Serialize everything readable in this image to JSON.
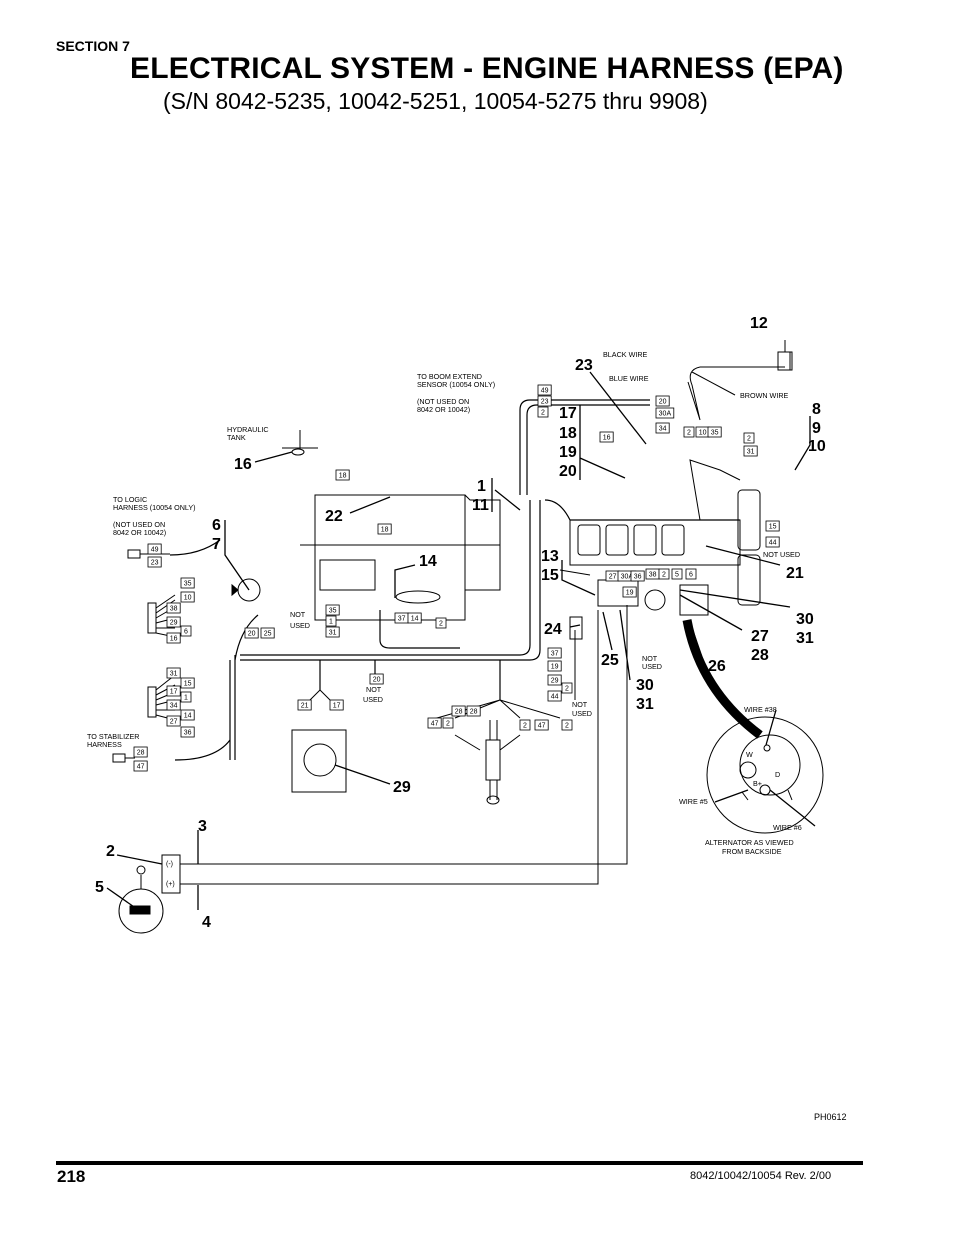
{
  "header": {
    "section": "SECTION 7",
    "title": "ELECTRICAL SYSTEM - ENGINE HARNESS (EPA)",
    "subtitle": "(S/N 8042-5235, 10042-5251, 10054-5275 thru 9908)"
  },
  "footer": {
    "page_number": "218",
    "model_rev": "8042/10042/10054 Rev. 2/00",
    "figure_id": "PH0612"
  },
  "callouts": {
    "c12": "12",
    "c23": "23",
    "c8": "8",
    "c9": "9",
    "c10": "10",
    "c17": "17",
    "c18": "18",
    "c19": "19",
    "c20": "20",
    "c16": "16",
    "c1": "1",
    "c11": "11",
    "c22": "22",
    "c6": "6",
    "c7": "7",
    "c14": "14",
    "c13": "13",
    "c15": "15",
    "c21": "21",
    "c24": "24",
    "c30a": "30",
    "c31a": "31",
    "c27": "27",
    "c28": "28",
    "c25": "25",
    "c26": "26",
    "c30b": "30",
    "c31b": "31",
    "c29": "29",
    "c3": "3",
    "c2": "2",
    "c5": "5",
    "c4": "4"
  },
  "notes": {
    "black_wire": "BLACK WIRE",
    "blue_wire": "BLUE WIRE",
    "brown_wire": "BROWN WIRE",
    "boom_1": "TO BOOM EXTEND",
    "boom_2": "SENSOR (10054 ONLY)",
    "boom_3": "(NOT USED ON",
    "boom_4": "8042 OR 10042)",
    "hyd_1": "HYDRAULIC",
    "hyd_2": "TANK",
    "logic_1": "TO LOGIC",
    "logic_2": "HARNESS (10054 ONLY)",
    "logic_3": "(NOT USED ON",
    "logic_4": "8042 OR 10042)",
    "not_used_a1": "NOT",
    "not_used_a2": "USED",
    "not_used_b1": "NOT",
    "not_used_b2": "USED",
    "not_used_c1": "NOT",
    "not_used_c2": "USED",
    "not_used_d1": "NOT",
    "not_used_d2": "USED",
    "not_used_e": "NOT USED",
    "stab_1": "TO STABILIZER",
    "stab_2": "HARNESS",
    "wire38": "WIRE #38",
    "wire5": "WIRE #5",
    "wire6": "WIRE #6",
    "alt_1": "ALTERNATOR AS VIEWED",
    "alt_2": "FROM BACKSIDE",
    "alt_w": "W",
    "alt_d": "D",
    "alt_b": "B+",
    "bat_neg": "(-)",
    "bat_pos": "(+)"
  },
  "wire_tags": {
    "t49a": "49",
    "t23a": "23",
    "t2a": "2",
    "t20a": "20",
    "t34a": "34",
    "t30a": "30A",
    "t2b": "2",
    "t10a": "10",
    "t35a": "35",
    "t2c": "2",
    "t31a": "31",
    "t16a": "16",
    "t18a": "18",
    "t18b": "18",
    "t49b": "49",
    "t23b": "23",
    "t35b": "35",
    "t10b": "10",
    "t38a": "38",
    "t29a": "29",
    "t6a": "6",
    "t16b": "16",
    "t20b": "20",
    "t25a": "25",
    "t35c": "35",
    "t1a": "1",
    "t31b": "31",
    "t37a": "37",
    "t14a": "14",
    "t2d": "2",
    "t15a": "15",
    "t44a": "44",
    "t27a": "27",
    "t30b": "30A",
    "t36a": "36",
    "t38b": "38",
    "t2e": "2",
    "t5a": "5",
    "t6b": "6",
    "t19a": "19",
    "t31c": "31",
    "t15b": "15",
    "t17a": "17",
    "t1b": "1",
    "t34b": "34",
    "t14b": "14",
    "t27b": "27",
    "t36b": "36",
    "t21a": "21",
    "t17b": "17",
    "t20c": "20",
    "t37b": "37",
    "t19b": "19",
    "t29b": "29",
    "t2f": "2",
    "t44b": "44",
    "t47a": "47",
    "t2g": "2",
    "t28a": "28",
    "t28b": "28",
    "t2h": "2",
    "t47b": "47",
    "t2i": "2",
    "t28c": "28",
    "t47c": "47"
  }
}
